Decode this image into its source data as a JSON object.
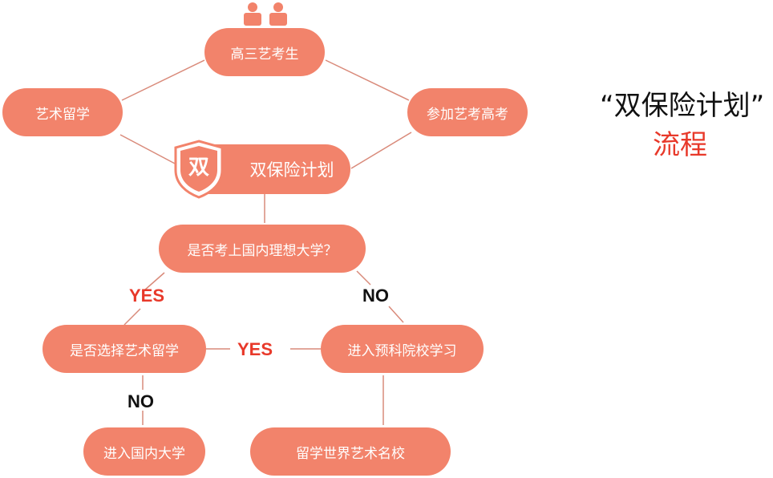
{
  "title": {
    "line1": "“双保险计划”",
    "line2": "流程"
  },
  "nodes": {
    "start": "高三艺考生",
    "left": "艺术留学",
    "right": "参加艺考高考",
    "plan": "双保险计划",
    "plan_badge": "双",
    "q1": "是否考上国内理想大学？",
    "q2": "是否选择艺术留学",
    "prep": "进入预科院校学习",
    "domestic": "进入国内大学",
    "abroad": "留学世界艺术名校"
  },
  "edge_labels": {
    "yes1": "YES",
    "no1": "NO",
    "yes2": "YES",
    "no2": "NO"
  },
  "colors": {
    "node_fill": "#f2836b",
    "line": "#d98a7a",
    "accent_red": "#e8392a",
    "text_dark": "#111111"
  },
  "icons": {
    "top": "people-icon",
    "badge": "shield-icon"
  }
}
